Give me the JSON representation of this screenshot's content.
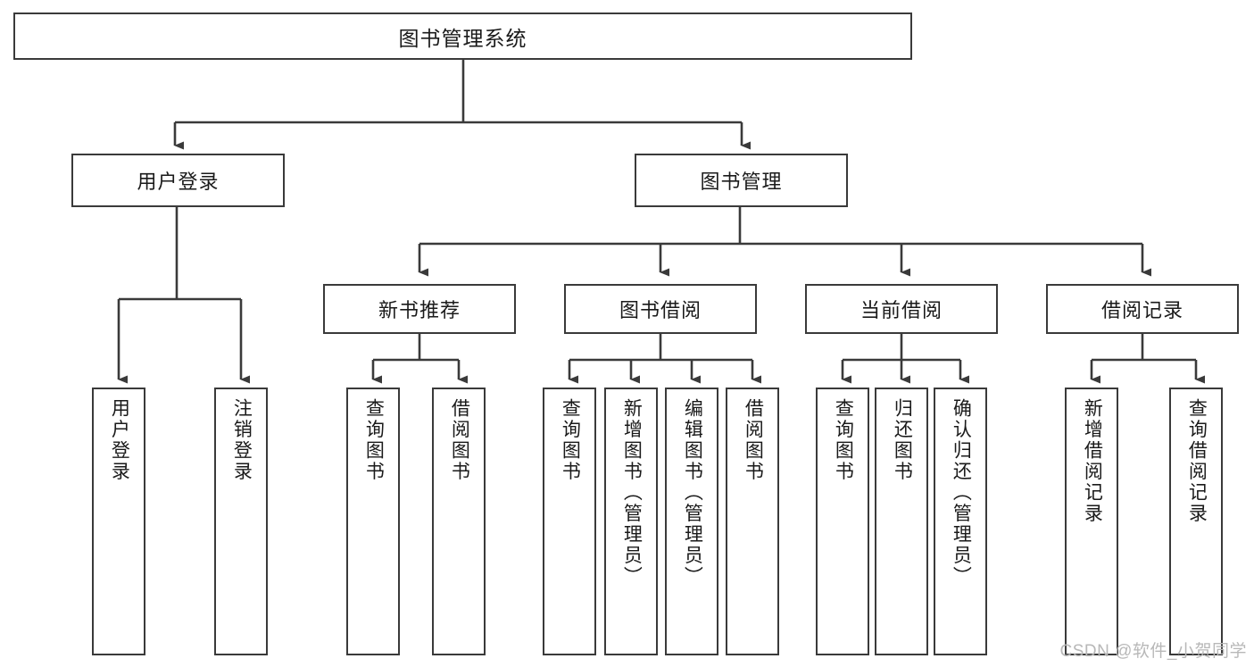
{
  "diagram": {
    "title": "图书管理系统",
    "type": "tree-hierarchy",
    "orientation": "top-down",
    "line_color": "#3a3a3a",
    "box_fill": "#ffffff",
    "text_color": "#1a1a1a"
  },
  "nodes": {
    "root": {
      "label": "图书管理系统"
    },
    "level1": [
      {
        "label": "用户登录"
      },
      {
        "label": "图书管理"
      }
    ],
    "level2": [
      {
        "label": "新书推荐"
      },
      {
        "label": "图书借阅"
      },
      {
        "label": "当前借阅"
      },
      {
        "label": "借阅记录"
      }
    ],
    "leaves": {
      "user_login": [
        {
          "label": "用户登录"
        },
        {
          "label": "注销登录"
        }
      ],
      "new_book_recommend": [
        {
          "label": "查询图书"
        },
        {
          "label": "借阅图书"
        }
      ],
      "book_borrow": [
        {
          "label": "查询图书"
        },
        {
          "label": "新增图书（管理员）"
        },
        {
          "label": "编辑图书（管理员）"
        },
        {
          "label": "借阅图书"
        }
      ],
      "current_borrow": [
        {
          "label": "查询图书"
        },
        {
          "label": "归还图书"
        },
        {
          "label": "确认归还（管理员）"
        }
      ],
      "borrow_record": [
        {
          "label": "新增借阅记录"
        },
        {
          "label": "查询借阅记录"
        }
      ]
    }
  },
  "watermark": {
    "text": "CSDN @软件_小贺同学"
  }
}
